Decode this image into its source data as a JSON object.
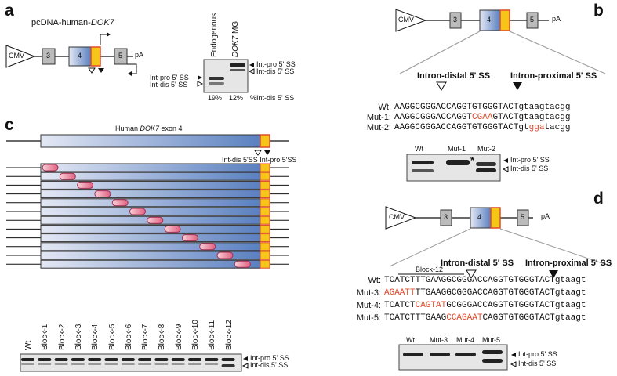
{
  "panel_a": {
    "label": "a",
    "construct_prefix": "pcDNA-human-",
    "construct_gene": "DOK7",
    "cmv": "CMV",
    "exons": [
      "3",
      "4",
      "5"
    ],
    "pA": "pA",
    "gel_lanes": [
      "Endogenous",
      "DOK7 MG"
    ],
    "left_bands": [
      "Int-pro 5' SS",
      "Int-dis 5' SS"
    ],
    "right_bands": [
      "Int-pro 5' SS",
      "Int-dis 5' SS"
    ],
    "pct": [
      "19%",
      "12%"
    ],
    "pct_label": "%Int-dis 5' SS"
  },
  "panel_b": {
    "label": "b",
    "cmv": "CMV",
    "exons": [
      "3",
      "4",
      "5"
    ],
    "pA": "pA",
    "distal": "Intron-distal 5' SS",
    "proximal": "Intron-proximal 5' SS",
    "rows": [
      {
        "name": "Wt:",
        "parts": [
          "AAGGCGGGACCAGGTGTGGGTACT",
          "",
          "gtaagtacgg"
        ]
      },
      {
        "name": "Mut-1:",
        "parts": [
          "AAGGCGGGACCAGGT",
          "CGAA",
          "GTACTgtaagtacgg"
        ]
      },
      {
        "name": "Mut-2:",
        "parts": [
          "AAGGCGGGACCAGGTGTGGGTACTgt",
          "gga",
          "tacgg"
        ]
      }
    ],
    "gel_lanes": [
      "Wt",
      "Mut-1",
      "Mut-2"
    ],
    "asterisk": "*",
    "bands": [
      "Int-pro 5' SS",
      "Int-dis 5' SS"
    ]
  },
  "panel_c": {
    "label": "c",
    "title_prefix": "Human ",
    "title_gene": "DOK7",
    "title_suffix": " exon 4",
    "ss_labels": "Int-dis 5'SS Int-pro 5'SS",
    "lanes": [
      "Wt",
      "Block-1",
      "Block-2",
      "Block-3",
      "Block-4",
      "Block-5",
      "Block-6",
      "Block-7",
      "Block-8",
      "Block-9",
      "Block-10",
      "Block-11",
      "Block-12"
    ],
    "bands": [
      "Int-pro 5' SS",
      "Int-dis 5' SS"
    ]
  },
  "panel_d": {
    "label": "d",
    "cmv": "CMV",
    "exons": [
      "3",
      "4",
      "5"
    ],
    "pA": "pA",
    "block": "Block-12",
    "distal": "Intron-distal 5' SS",
    "proximal": "Intron-proximal 5' SS",
    "rows": [
      {
        "name": "Wt:",
        "parts": [
          "TCATCTTTGAAGGCGGGACCAGGTGTGGGTACTgtaagt",
          "",
          ""
        ]
      },
      {
        "name": "Mut-3:",
        "parts": [
          "",
          "AGAATT",
          "TTGAAGGCGGGACCAGGTGTGGGTACTgtaagt"
        ]
      },
      {
        "name": "Mut-4:",
        "parts": [
          "TCATCT",
          "CAGTAT",
          "GCGGGACCAGGTGTGGGTACTgtaagt"
        ]
      },
      {
        "name": "Mut-5:",
        "parts": [
          "TCATCTTTGAAG",
          "CCAGAAT",
          "CAGGTGTGGGTACTgtaagt"
        ]
      }
    ],
    "gel_lanes": [
      "Wt",
      "Mut-3",
      "Mut-4",
      "Mut-5"
    ],
    "bands": [
      "Int-pro 5' SS",
      "Int-dis 5' SS"
    ]
  }
}
